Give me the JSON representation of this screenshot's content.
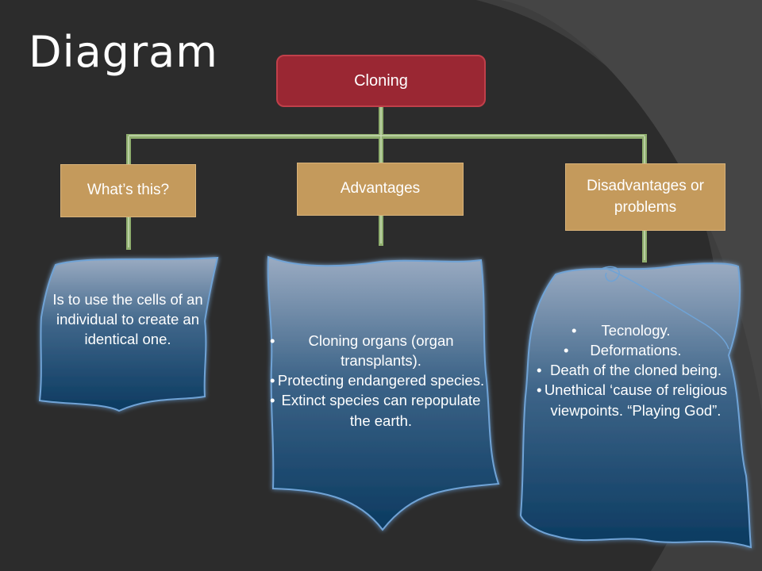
{
  "title": "Diagram",
  "root": {
    "label": "Cloning"
  },
  "categories": {
    "what": "What’s this?",
    "advantages": "Advantages",
    "disadvantages": "Disadvantages or problems"
  },
  "panels": {
    "what": "Is to use the cells of an individual to create an identical one.",
    "advantages": [
      "Cloning organs (organ transplants).",
      "Protecting endangered species.",
      "Extinct species can repopulate the earth."
    ],
    "disadvantages": [
      "Tecnology.",
      "Deformations.",
      "Death of the cloned being.",
      "Unethical ‘cause of religious viewpoints. “Playing God”."
    ]
  },
  "colors": {
    "root": "#9a2733",
    "category": "#c49a5c",
    "panel_top": "#8ea0b8",
    "panel_bottom": "#0d3f66",
    "connector": "#8fae6e"
  }
}
